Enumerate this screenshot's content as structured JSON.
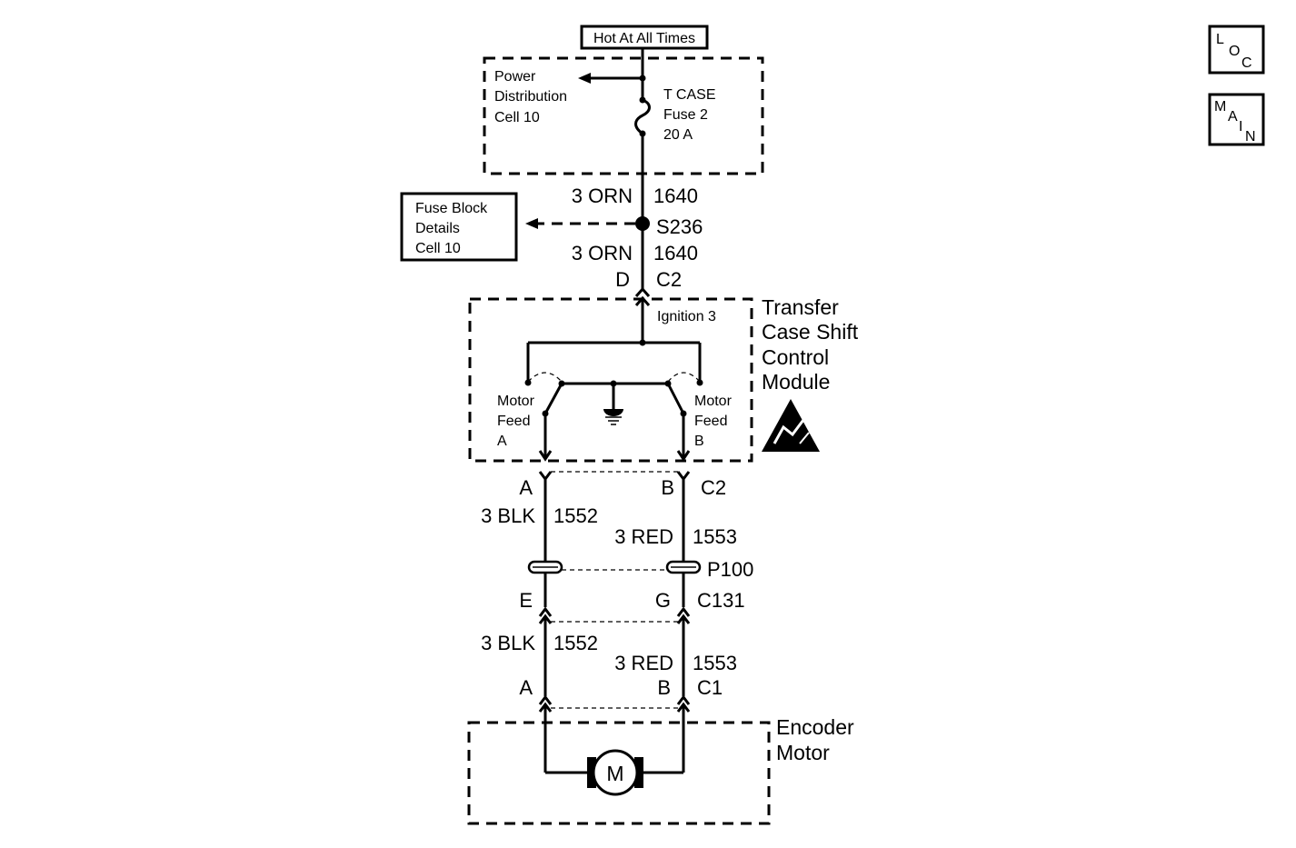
{
  "header": {
    "hot_label": "Hot At All Times"
  },
  "nav": {
    "loc": [
      "L",
      "O",
      "C"
    ],
    "main": [
      "M",
      "A",
      "I",
      "N"
    ]
  },
  "power_distribution": {
    "label": [
      "Power",
      "Distribution",
      "Cell 10"
    ],
    "fuse": [
      "T CASE",
      "Fuse 2",
      "20 A"
    ]
  },
  "fuse_block": {
    "label": [
      "Fuse Block",
      "Details",
      "Cell 10"
    ]
  },
  "wire_top": {
    "gauge_color": "3 ORN",
    "circuit": "1640"
  },
  "splice": {
    "label": "S236"
  },
  "wire_mid": {
    "gauge_color": "3 ORN",
    "circuit": "1640"
  },
  "connector_top": {
    "pin": "D",
    "name": "C2"
  },
  "module": {
    "title": [
      "Transfer",
      "Case Shift",
      "Control",
      "Module"
    ],
    "ignition": "Ignition 3",
    "motor_feed_a": [
      "Motor",
      "Feed",
      "A"
    ],
    "motor_feed_b": [
      "Motor",
      "Feed",
      "B"
    ]
  },
  "connector_c2": {
    "pin_a": "A",
    "pin_b": "B",
    "name": "C2"
  },
  "wires_upper": {
    "left": {
      "gauge_color": "3 BLK",
      "circuit": "1552"
    },
    "right": {
      "gauge_color": "3 RED",
      "circuit": "1553"
    }
  },
  "pass_through": {
    "label": "P100"
  },
  "connector_c131": {
    "pin_e": "E",
    "pin_g": "G",
    "name": "C131"
  },
  "wires_lower": {
    "left": {
      "gauge_color": "3 BLK",
      "circuit": "1552"
    },
    "right": {
      "gauge_color": "3 RED",
      "circuit": "1553"
    }
  },
  "connector_c1": {
    "pin_a": "A",
    "pin_b": "B",
    "name": "C1"
  },
  "encoder": {
    "title": [
      "Encoder",
      "Motor"
    ],
    "motor_symbol": "M"
  }
}
